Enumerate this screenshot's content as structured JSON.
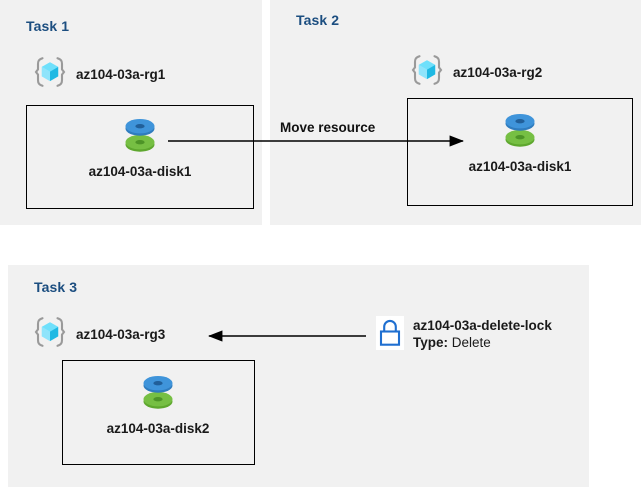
{
  "diagram": {
    "title": "Azure resource group tasks diagram",
    "colors": {
      "panel_background": "#f1f1f1",
      "page_background": "#ffffff",
      "task_title": "#1c4e80",
      "box_border": "#000000",
      "arrow": "#000000",
      "lock_icon": "#1f6fd0",
      "resource_group_cube": "#55d9f5",
      "disk_top": "#3d8fd6",
      "disk_bottom": "#71bf3e",
      "bracket": "#9a9a9a"
    },
    "panels": [
      {
        "id": "task1",
        "title": "Task 1",
        "resource_group": {
          "icon": "resource-group-icon",
          "label": "az104-03a-rg1"
        },
        "resource": {
          "icon": "managed-disk-icon",
          "label": "az104-03a-disk1"
        }
      },
      {
        "id": "task2",
        "title": "Task 2",
        "resource_group": {
          "icon": "resource-group-icon",
          "label": "az104-03a-rg2"
        },
        "resource": {
          "icon": "managed-disk-icon",
          "label": "az104-03a-disk1"
        }
      },
      {
        "id": "task3",
        "title": "Task 3",
        "resource_group": {
          "icon": "resource-group-icon",
          "label": "az104-03a-rg3"
        },
        "resource": {
          "icon": "managed-disk-icon",
          "label": "az104-03a-disk2"
        },
        "lock": {
          "icon": "lock-icon",
          "name": "az104-03a-delete-lock",
          "type_key": "Type:",
          "type_value": "Delete"
        }
      }
    ],
    "arrows": [
      {
        "id": "move-resource",
        "label": "Move resource",
        "direction": "right",
        "from": "az104-03a-disk1 in az104-03a-rg1",
        "to": "az104-03a-rg2"
      },
      {
        "id": "lock-applies-to",
        "label": "",
        "direction": "left",
        "from": "az104-03a-delete-lock",
        "to": "az104-03a-rg3"
      }
    ]
  }
}
